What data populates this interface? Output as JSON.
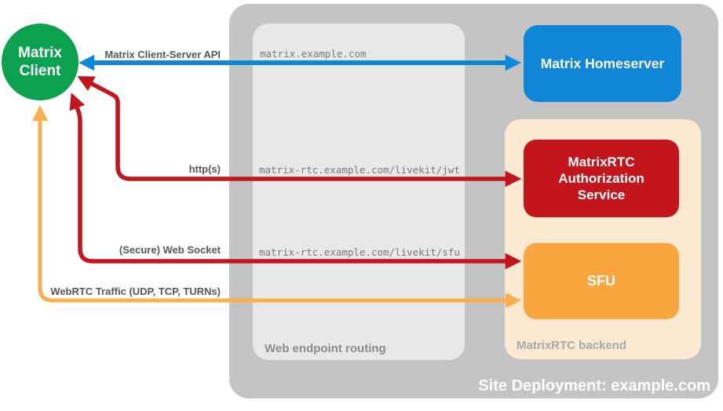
{
  "client": {
    "label": "Matrix Client"
  },
  "homeserver": {
    "label": "Matrix Homeserver"
  },
  "site": {
    "label": "Site Deployment: example.com"
  },
  "routing": {
    "title": "Web endpoint routing",
    "endpoints": [
      "matrix.example.com",
      "matrix-rtc.example.com/livekit/jwt",
      "matrix-rtc.example.com/livekit/sfu"
    ]
  },
  "backend": {
    "title": "MatrixRTC backend",
    "auth_service": {
      "label": "MatrixRTC Authorization Service"
    },
    "sfu": {
      "label": "SFU"
    }
  },
  "connections": [
    {
      "label": "Matrix Client-Server API",
      "from": "Matrix Client",
      "to": "Matrix Homeserver",
      "endpoint": "matrix.example.com",
      "color": "#1086d8",
      "bidirectional": true
    },
    {
      "label": "http(s)",
      "from": "Matrix Client",
      "to": "MatrixRTC Authorization Service",
      "endpoint": "matrix-rtc.example.com/livekit/jwt",
      "color": "#c3151c",
      "bidirectional": true
    },
    {
      "label": "(Secure) Web Socket",
      "from": "Matrix Client",
      "to": "SFU",
      "endpoint": "matrix-rtc.example.com/livekit/sfu",
      "color": "#c3151c",
      "bidirectional": true
    },
    {
      "label": "WebRTC Traffic (UDP, TCP, TURNs)",
      "from": "Matrix Client",
      "to": "SFU",
      "color": "#fbad4f",
      "bidirectional": true
    }
  ],
  "colors": {
    "client_green": "#0aa24e",
    "homeserver_blue": "#1086d8",
    "auth_service_red": "#c3151c",
    "sfu_orange": "#faa53e",
    "webrtc_arrow_orange": "#fbad4f",
    "site_container_gray": "#c4c4c4",
    "routing_box_gray": "#e8e8e8",
    "backend_box_peach": "#fce9d2"
  }
}
